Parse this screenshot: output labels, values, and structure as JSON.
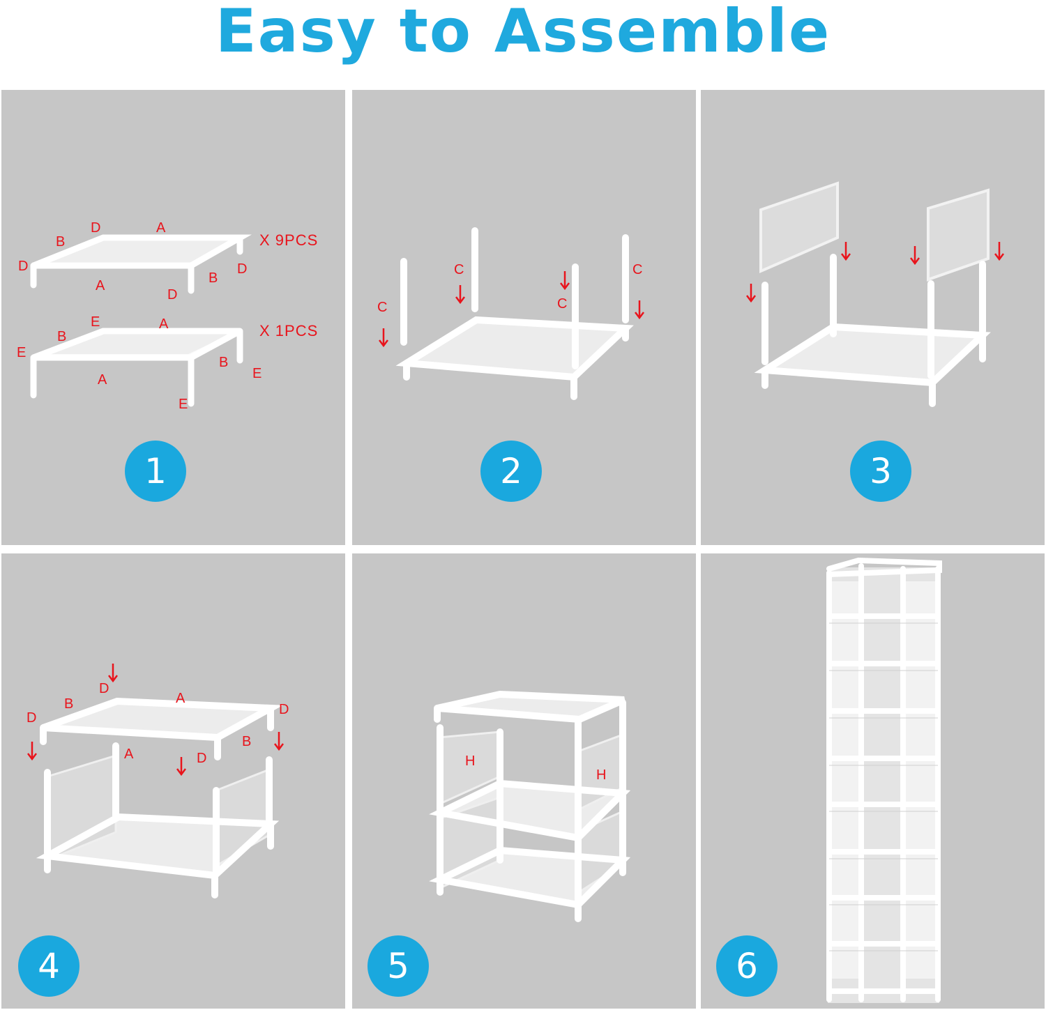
{
  "title": "Easy to Assemble",
  "colors": {
    "accent": "#1fa9de",
    "label_red": "#e8141c",
    "panel_bg": "#c6c6c6",
    "frame": "#ffffff"
  },
  "steps": [
    {
      "number": "1",
      "quantity_labels": [
        "X 9PCS",
        "X 1PCS"
      ]
    },
    {
      "number": "2"
    },
    {
      "number": "3"
    },
    {
      "number": "4"
    },
    {
      "number": "5"
    },
    {
      "number": "6"
    }
  ],
  "part_labels": {
    "A": "A",
    "B": "B",
    "C": "C",
    "D": "D",
    "E": "E",
    "H": "H"
  }
}
